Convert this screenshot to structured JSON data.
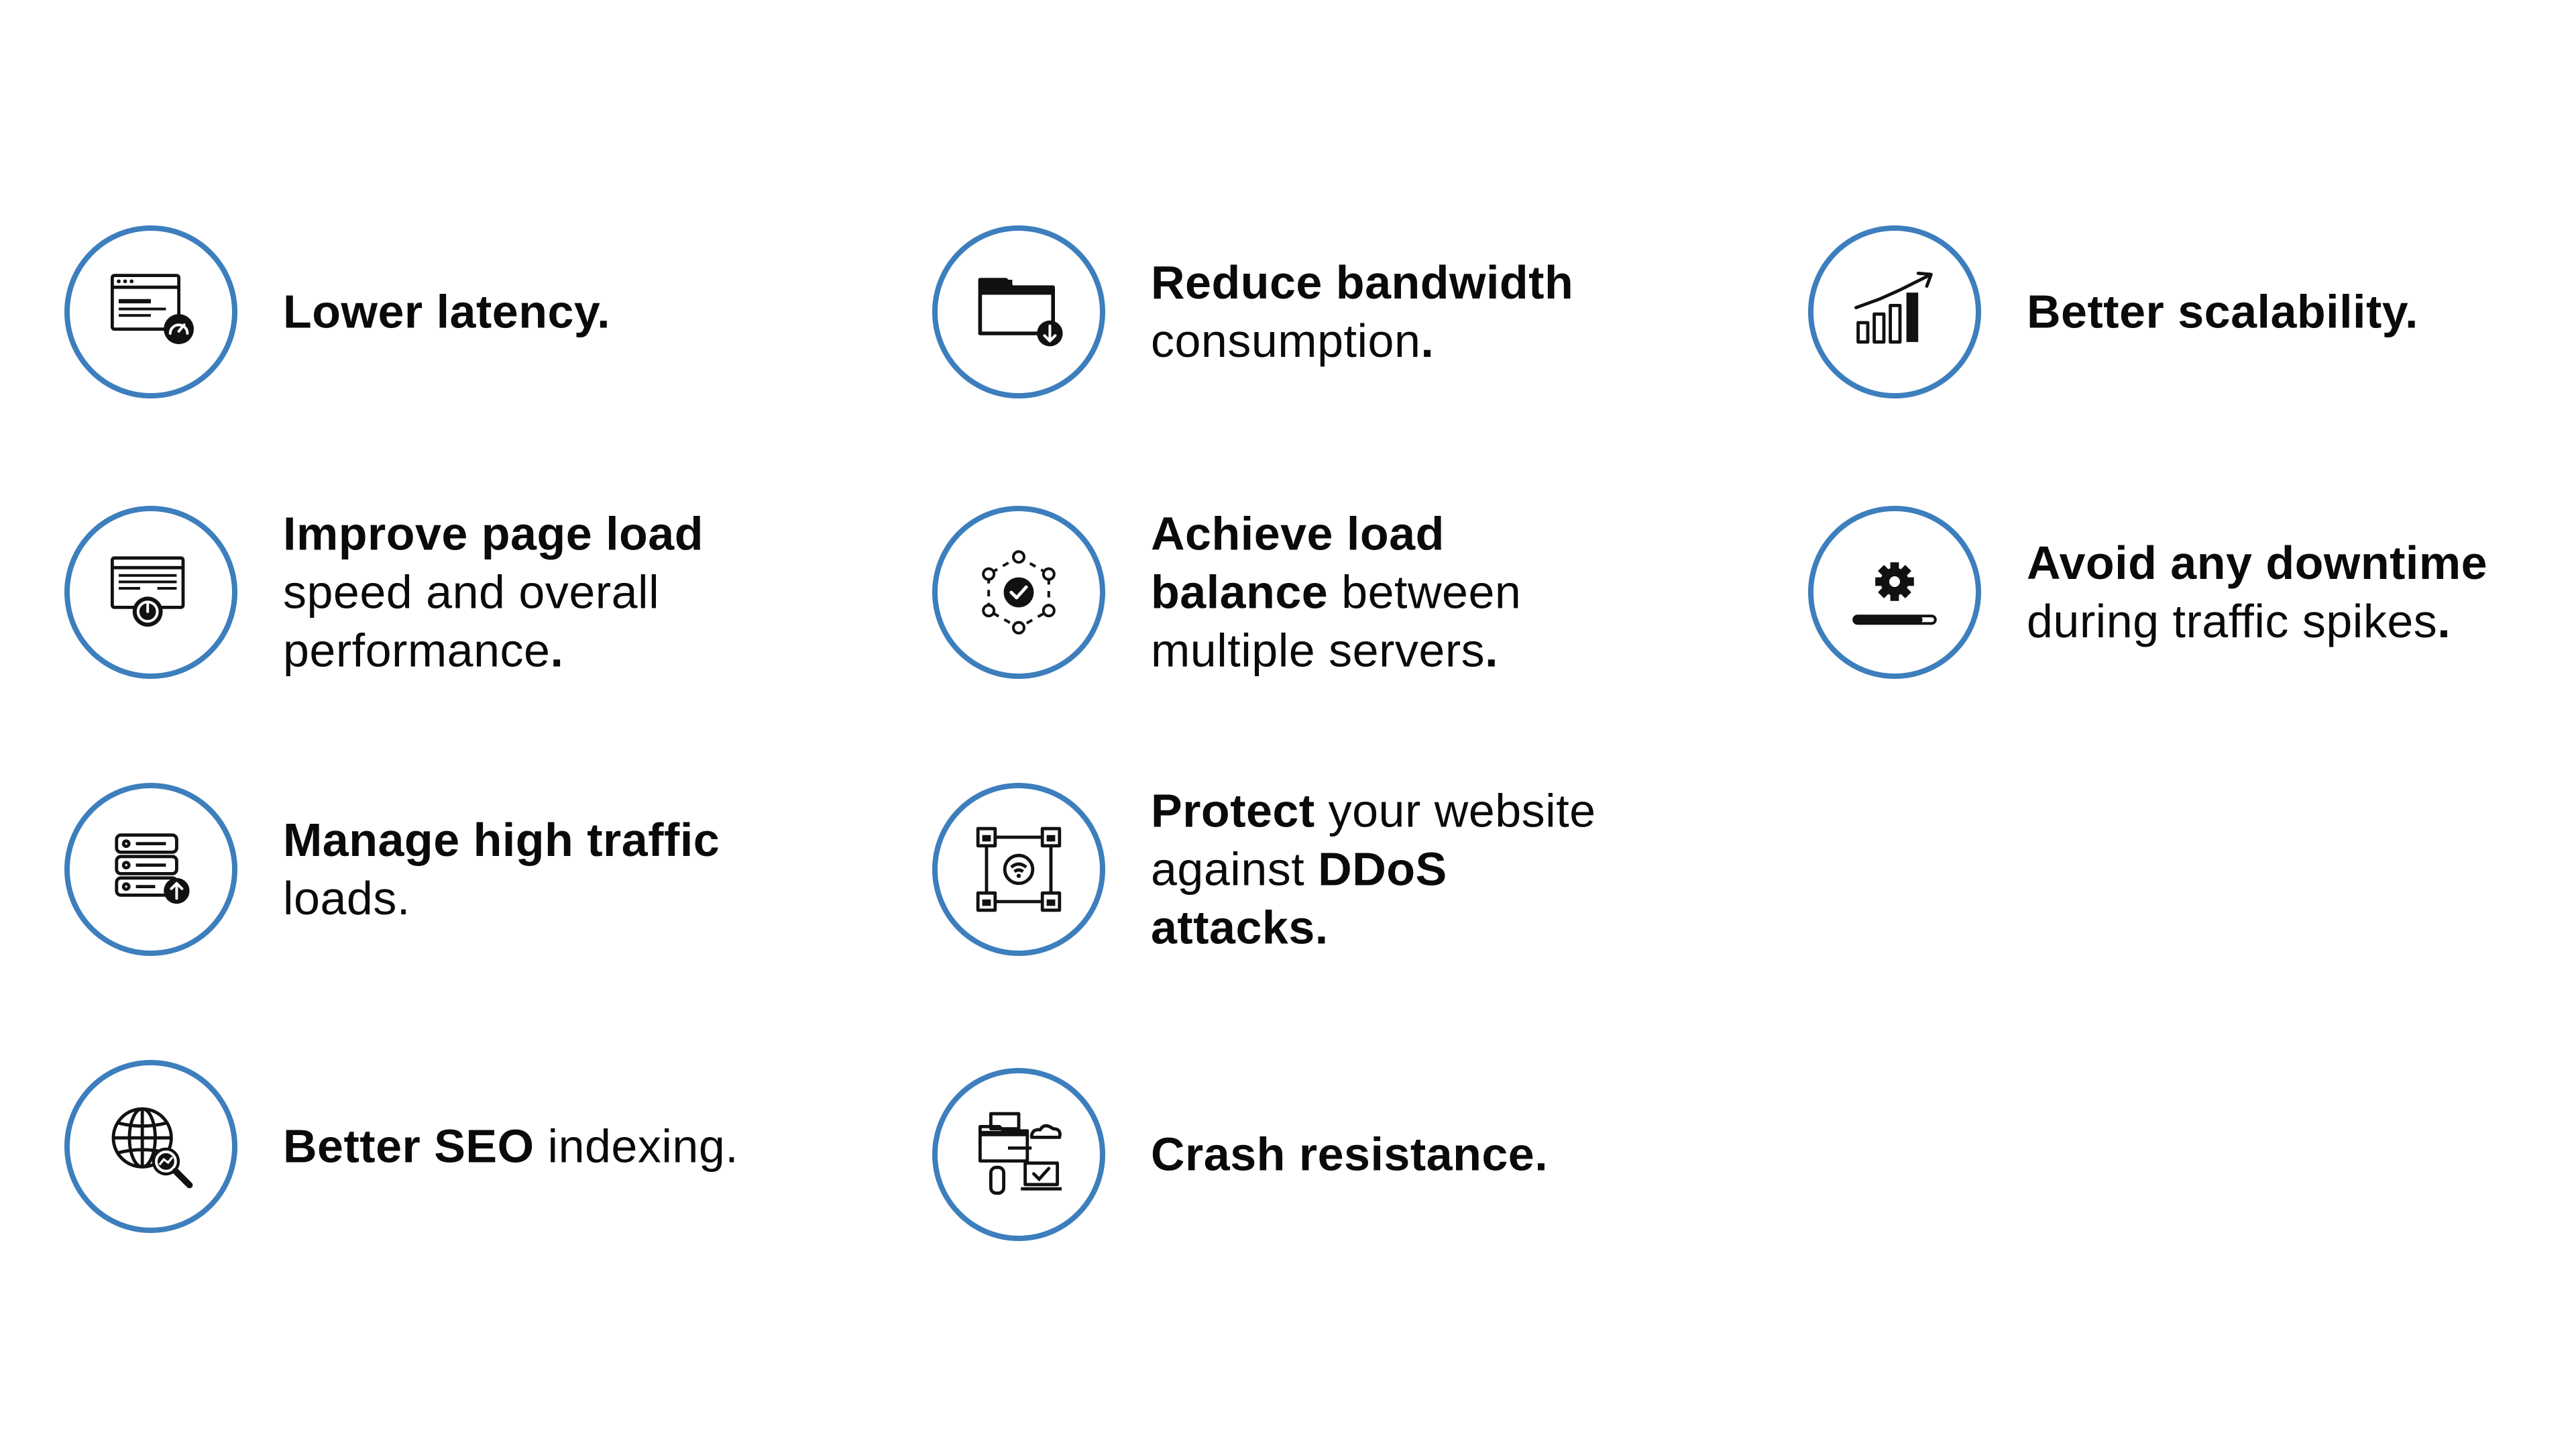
{
  "features": [
    {
      "id": "lower-latency",
      "icon": "browser-speedometer-icon",
      "lines": [
        [
          {
            "text": "Lower latency.",
            "bold": true
          }
        ]
      ]
    },
    {
      "id": "improve-page-load",
      "icon": "page-speedometer-icon",
      "lines": [
        [
          {
            "text": "Improve page load",
            "bold": true
          }
        ],
        [
          {
            "text": "speed and overall",
            "bold": false
          }
        ],
        [
          {
            "text": "performance",
            "bold": false
          },
          {
            "text": ".",
            "bold": true
          }
        ]
      ]
    },
    {
      "id": "manage-high-traffic",
      "icon": "server-upload-icon",
      "lines": [
        [
          {
            "text": "Manage high traffic",
            "bold": true
          }
        ],
        [
          {
            "text": "loads.",
            "bold": false
          }
        ]
      ]
    },
    {
      "id": "better-seo",
      "icon": "globe-search-icon",
      "lines": [
        [
          {
            "text": "Better SEO",
            "bold": true
          },
          {
            "text": " indexing.",
            "bold": false
          }
        ]
      ]
    },
    {
      "id": "reduce-bandwidth",
      "icon": "folder-download-icon",
      "lines": [
        [
          {
            "text": "Reduce bandwidth",
            "bold": true
          }
        ],
        [
          {
            "text": "consumption",
            "bold": false
          },
          {
            "text": ".",
            "bold": true
          }
        ]
      ]
    },
    {
      "id": "load-balance",
      "icon": "network-check-icon",
      "lines": [
        [
          {
            "text": "Achieve load",
            "bold": true
          }
        ],
        [
          {
            "text": "balance",
            "bold": true
          },
          {
            "text": " between",
            "bold": false
          }
        ],
        [
          {
            "text": "multiple servers",
            "bold": false
          },
          {
            "text": ".",
            "bold": true
          }
        ]
      ]
    },
    {
      "id": "ddos-protection",
      "icon": "secure-network-icon",
      "lines": [
        [
          {
            "text": "Protect",
            "bold": true
          },
          {
            "text": " your website",
            "bold": false
          }
        ],
        [
          {
            "text": "against ",
            "bold": false
          },
          {
            "text": "DDoS",
            "bold": true
          }
        ],
        [
          {
            "text": "attacks.",
            "bold": true
          }
        ]
      ]
    },
    {
      "id": "crash-resistance",
      "icon": "devices-cloud-icon",
      "lines": [
        [
          {
            "text": "Crash resistance.",
            "bold": true
          }
        ]
      ]
    },
    {
      "id": "better-scalability",
      "icon": "growth-chart-icon",
      "lines": [
        [
          {
            "text": "Better scalability.",
            "bold": true
          }
        ]
      ]
    },
    {
      "id": "avoid-downtime",
      "icon": "gear-progress-icon",
      "lines": [
        [
          {
            "text": "Avoid any downtime",
            "bold": true
          }
        ],
        [
          {
            "text": "during traffic spikes",
            "bold": false
          },
          {
            "text": ".",
            "bold": true
          }
        ]
      ]
    }
  ],
  "colors": {
    "ring": "#3d7ebd",
    "icon": "#111111",
    "text": "#0a0a0a",
    "background": "#ffffff"
  }
}
